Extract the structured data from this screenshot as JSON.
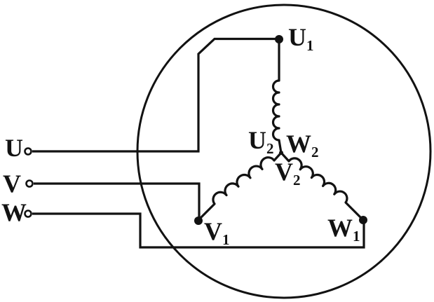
{
  "diagram": {
    "kind": "three-phase-star-connection",
    "colors": {
      "ink": "#121212",
      "paper": "#ffffff"
    }
  },
  "terminals": [
    {
      "id": "terminal-u",
      "label": "U"
    },
    {
      "id": "terminal-v",
      "label": "V"
    },
    {
      "id": "terminal-w",
      "label": "W"
    }
  ],
  "winding_labels": {
    "u1": {
      "main": "U",
      "sub": "1"
    },
    "u2": {
      "main": "U",
      "sub": "2"
    },
    "w2": {
      "main": "W",
      "sub": "2"
    },
    "v2": {
      "main": "V",
      "sub": "2"
    },
    "v1": {
      "main": "V",
      "sub": "1"
    },
    "w1": {
      "main": "W",
      "sub": "1"
    }
  }
}
